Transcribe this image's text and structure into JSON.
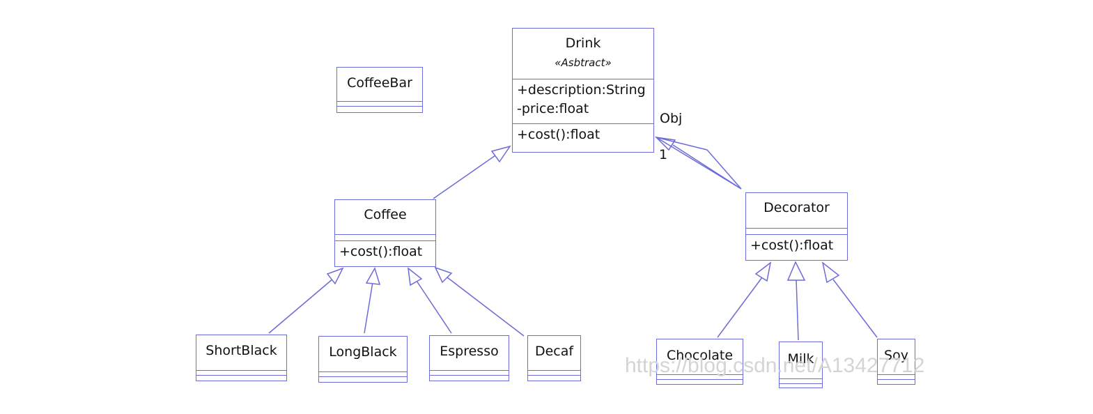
{
  "colors": {
    "line": "#6b6bd9",
    "text": "#111111",
    "watermark": "#d4d4d4"
  },
  "classes": {
    "coffeebar": {
      "name": "CoffeeBar"
    },
    "drink": {
      "name": "Drink",
      "stereotype": "«Asbtract»",
      "attr1": "+description:String",
      "attr2": "-price:float",
      "op": "+cost():float"
    },
    "coffee": {
      "name": "Coffee",
      "op": "+cost():float"
    },
    "decorator": {
      "name": "Decorator",
      "op": "+cost():float"
    },
    "shortblack": {
      "name": "ShortBlack"
    },
    "longblack": {
      "name": "LongBlack"
    },
    "espresso": {
      "name": "Espresso"
    },
    "decaf": {
      "name": "Decaf"
    },
    "chocolate": {
      "name": "Chocolate"
    },
    "milk": {
      "name": "Milk"
    },
    "soy": {
      "name": "Soy"
    }
  },
  "association": {
    "role": "Obj",
    "multiplicity": "1"
  },
  "watermark": "https://blog.csdn.net/A13427712"
}
